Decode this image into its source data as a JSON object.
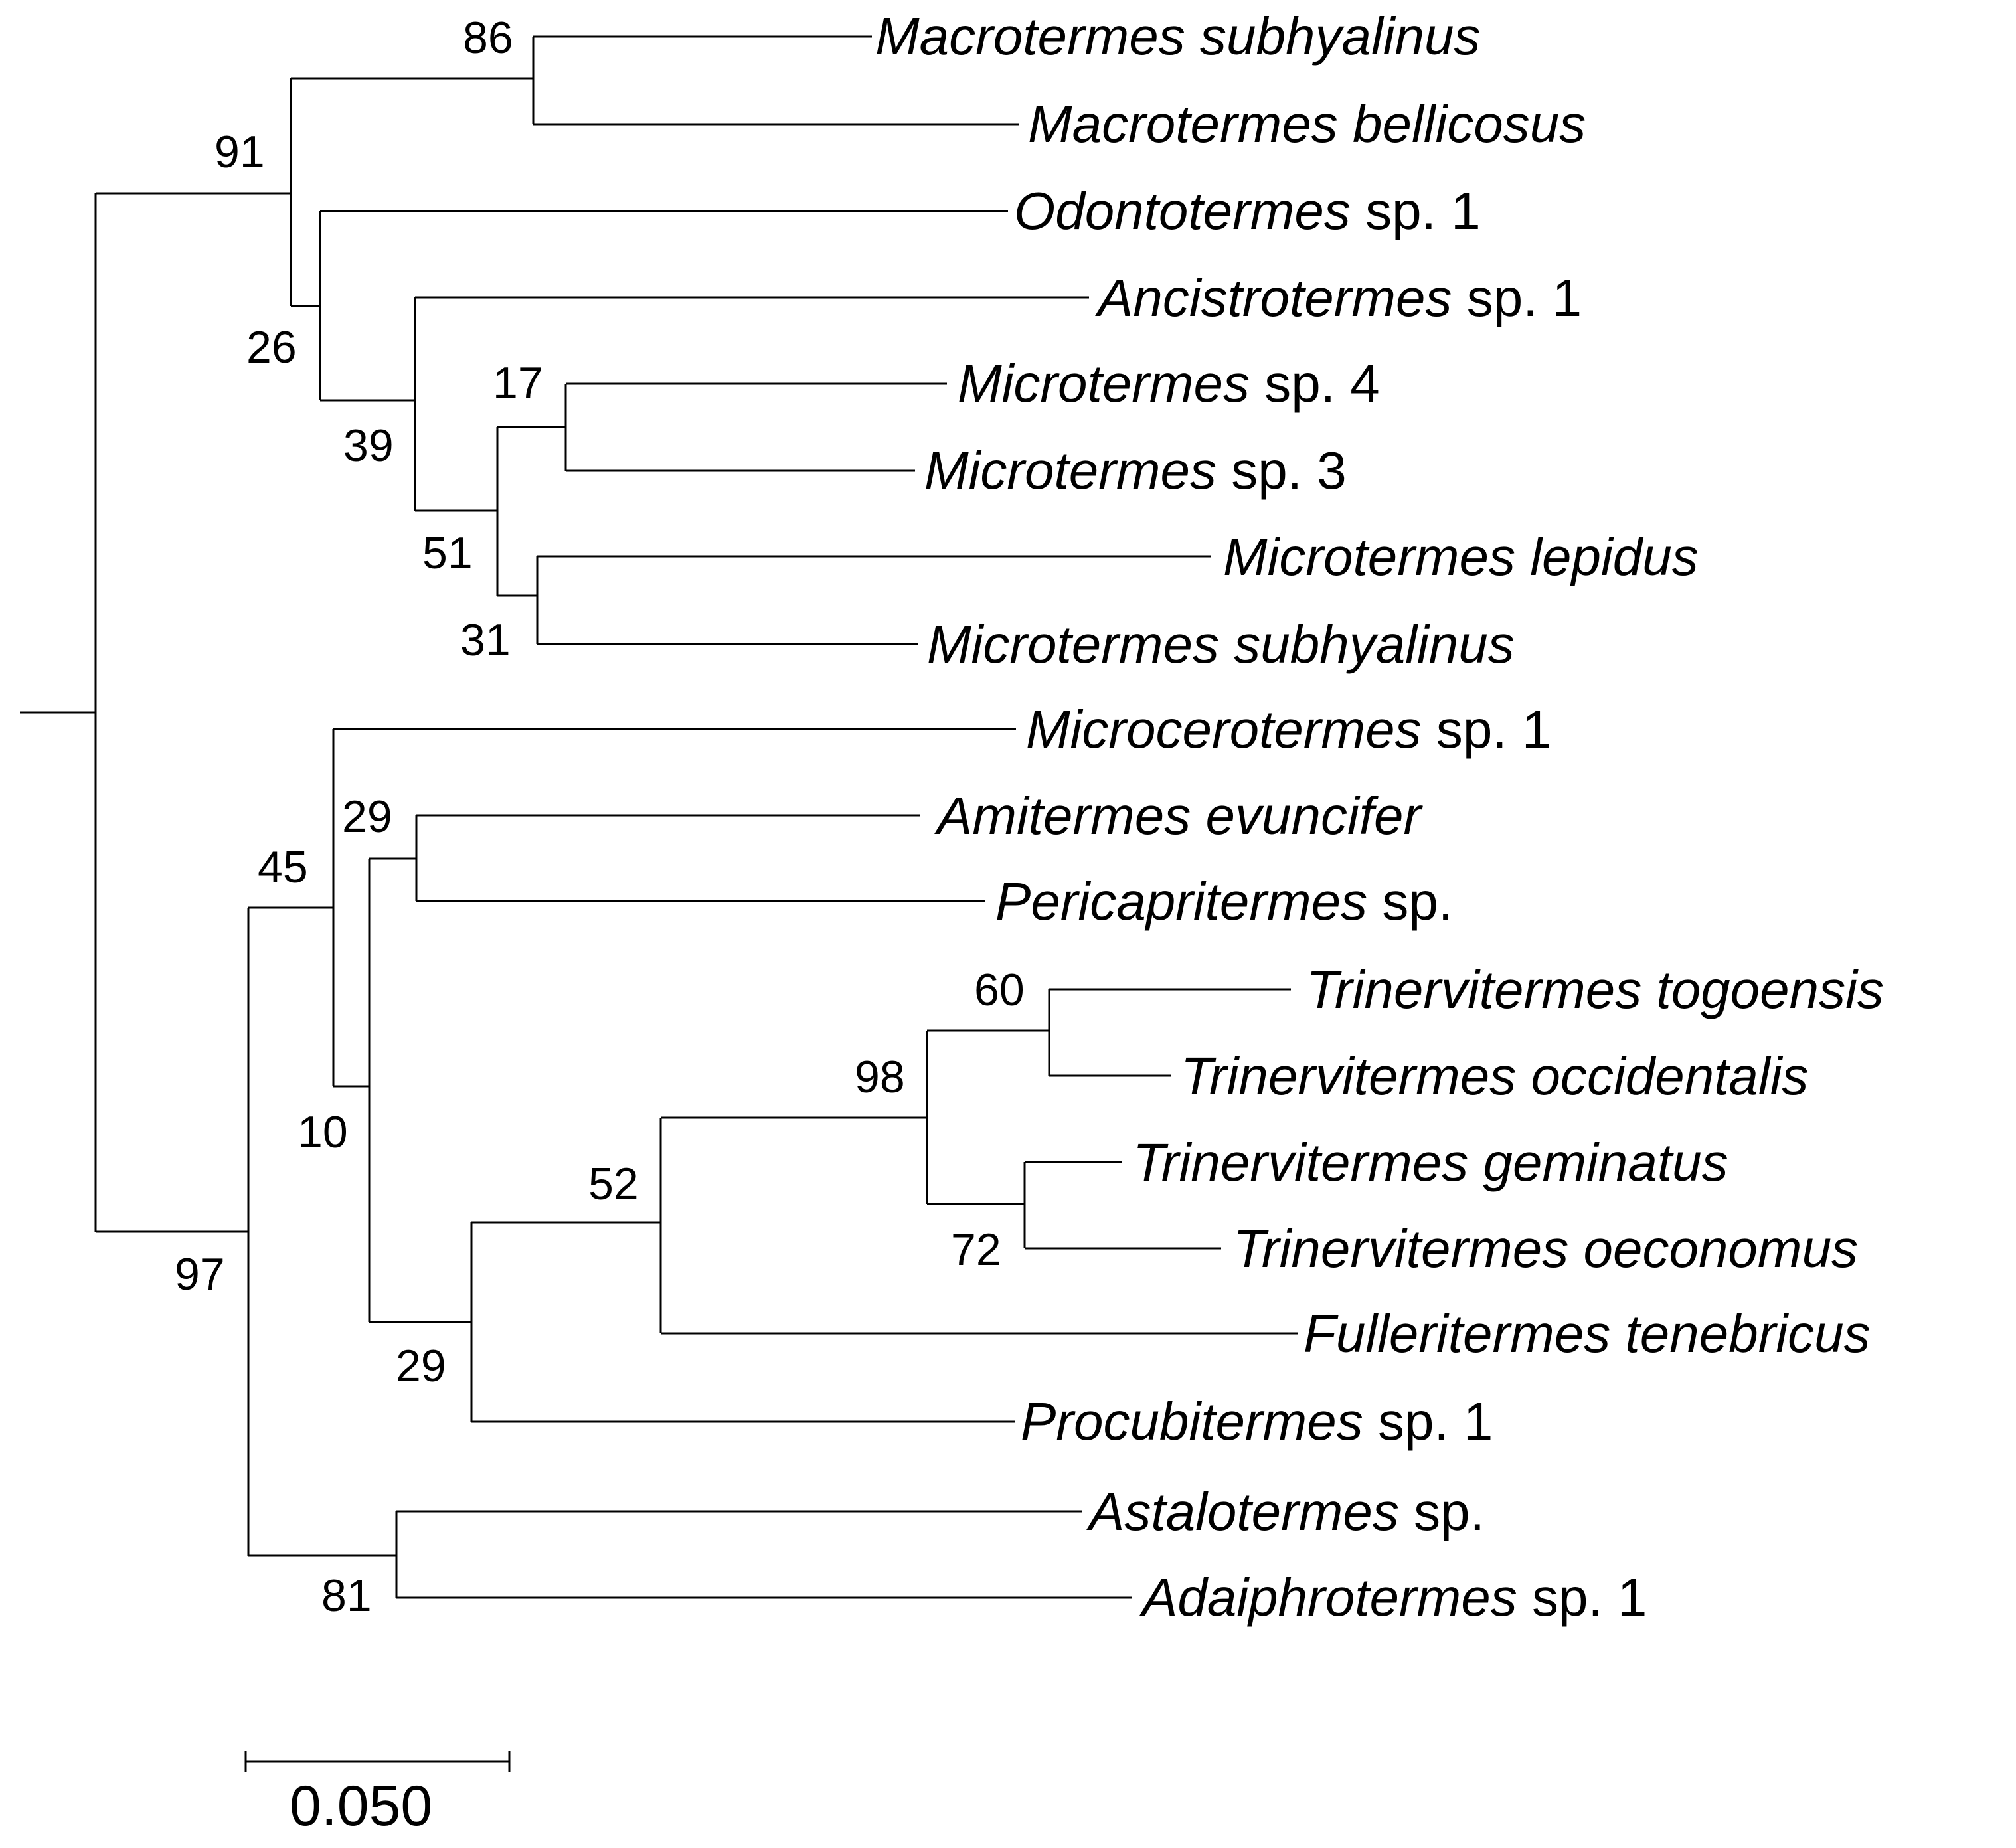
{
  "tree": {
    "taxa": [
      {
        "genus": "Macrotermes subhyalinus",
        "suffix": ""
      },
      {
        "genus": "Macrotermes bellicosus",
        "suffix": ""
      },
      {
        "genus": "Odontotermes",
        "suffix": "sp. 1"
      },
      {
        "genus": "Ancistrotermes",
        "suffix": "sp. 1"
      },
      {
        "genus": "Microtermes",
        "suffix": "sp. 4"
      },
      {
        "genus": "Microtermes",
        "suffix": "sp. 3"
      },
      {
        "genus": "Microtermes lepidus",
        "suffix": ""
      },
      {
        "genus": "Microtermes subhyalinus",
        "suffix": ""
      },
      {
        "genus": "Microcerotermes",
        "suffix": "sp. 1"
      },
      {
        "genus": "Amitermes evuncifer",
        "suffix": ""
      },
      {
        "genus": "Pericapritermes",
        "suffix": "sp."
      },
      {
        "genus": "Trinervitermes togoensis",
        "suffix": ""
      },
      {
        "genus": "Trinervitermes occidentalis",
        "suffix": ""
      },
      {
        "genus": "Trinervitermes geminatus",
        "suffix": ""
      },
      {
        "genus": "Trinervitermes oeconomus",
        "suffix": ""
      },
      {
        "genus": "Fulleritermes tenebricus",
        "suffix": ""
      },
      {
        "genus": "Procubitermes",
        "suffix": "sp. 1"
      },
      {
        "genus": "Astalotermes",
        "suffix": "sp."
      },
      {
        "genus": "Adaiphrotermes",
        "suffix": "sp. 1"
      }
    ],
    "support_values": [
      "86",
      "91",
      "26",
      "39",
      "17",
      "51",
      "31",
      "29",
      "45",
      "10",
      "60",
      "98",
      "72",
      "52",
      "29",
      "81",
      "97"
    ]
  },
  "scale_bar": {
    "label": "0.050"
  }
}
